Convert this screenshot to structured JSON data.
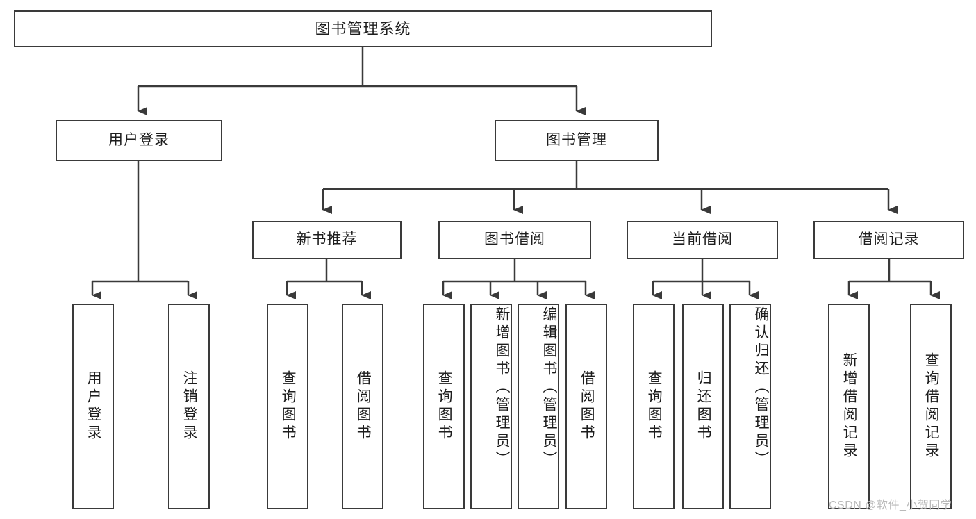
{
  "diagram": {
    "type": "tree",
    "title": "图书管理系统",
    "stroke_color": "#3a3a3a",
    "background_color": "#ffffff",
    "text_color": "#1d1d1d",
    "nodes": {
      "root": {
        "label": "图书管理系统"
      },
      "level2": [
        {
          "id": "user-login",
          "label": "用户登录"
        },
        {
          "id": "book-manage",
          "label": "图书管理"
        }
      ],
      "level3": [
        {
          "id": "new-book-recommend",
          "label": "新书推荐"
        },
        {
          "id": "book-borrow",
          "label": "图书借阅"
        },
        {
          "id": "current-borrow",
          "label": "当前借阅"
        },
        {
          "id": "borrow-record",
          "label": "借阅记录"
        }
      ],
      "leaves": [
        {
          "id": "leaf-user-login",
          "parent": "user-login",
          "label": "用户登录"
        },
        {
          "id": "leaf-user-logout",
          "parent": "user-login",
          "label": "注销登录"
        },
        {
          "id": "leaf-query-book-1",
          "parent": "new-book-recommend",
          "label": "查询图书"
        },
        {
          "id": "leaf-borrow-book-1",
          "parent": "new-book-recommend",
          "label": "借阅图书"
        },
        {
          "id": "leaf-query-book-2",
          "parent": "book-borrow",
          "label": "查询图书"
        },
        {
          "id": "leaf-add-book",
          "parent": "book-borrow",
          "label": "新增图书（管理员）"
        },
        {
          "id": "leaf-edit-book",
          "parent": "book-borrow",
          "label": "编辑图书（管理员）"
        },
        {
          "id": "leaf-borrow-book-2",
          "parent": "book-borrow",
          "label": "借阅图书"
        },
        {
          "id": "leaf-query-book-3",
          "parent": "current-borrow",
          "label": "查询图书"
        },
        {
          "id": "leaf-return-book",
          "parent": "current-borrow",
          "label": "归还图书"
        },
        {
          "id": "leaf-confirm-return",
          "parent": "current-borrow",
          "label": "确认归还（管理员）"
        },
        {
          "id": "leaf-add-borrow-record",
          "parent": "borrow-record",
          "label": "新增借阅记录"
        },
        {
          "id": "leaf-query-borrow-record",
          "parent": "borrow-record",
          "label": "查询借阅记录"
        }
      ]
    },
    "watermark": "CSDN @软件_小贺同学"
  }
}
